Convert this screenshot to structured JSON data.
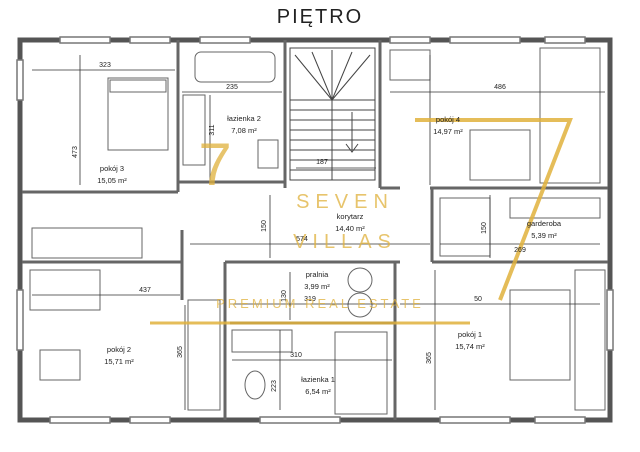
{
  "title": "PIĘTRO",
  "watermark": {
    "word1": "SEVEN",
    "word2": "VILLAS",
    "tagline": "PREMIUM REAL ESTATE",
    "mark": "7",
    "color": "#e0b13c"
  },
  "rooms": {
    "pokoj3": {
      "name": "pokój 3",
      "area": "15,05 m²"
    },
    "lazienka2": {
      "name": "łazienka 2",
      "area": "7,08 m²"
    },
    "pokoj4": {
      "name": "pokój 4",
      "area": "14,97 m²"
    },
    "korytarz": {
      "name": "korytarz",
      "area": "14,40 m²"
    },
    "garderoba": {
      "name": "garderoba",
      "area": "5,39 m²"
    },
    "pralnia": {
      "name": "pralnia",
      "area": "3,99 m²"
    },
    "pokoj2": {
      "name": "pokój 2",
      "area": "15,71 m²"
    },
    "pokoj1": {
      "name": "pokój 1",
      "area": "15,74 m²"
    },
    "lazienka1": {
      "name": "łazienka 1",
      "area": "6,54 m²"
    }
  },
  "dimensions": {
    "d323": "323",
    "d473": "473",
    "d235": "235",
    "d311": "311",
    "d187": "187",
    "d486": "486",
    "d150a": "150",
    "d574": "574",
    "d150b": "150",
    "d269": "269",
    "d437": "437",
    "d130": "130",
    "d319": "319",
    "d50": "50",
    "d365a": "365",
    "d310": "310",
    "d223": "223",
    "d365b": "365"
  }
}
